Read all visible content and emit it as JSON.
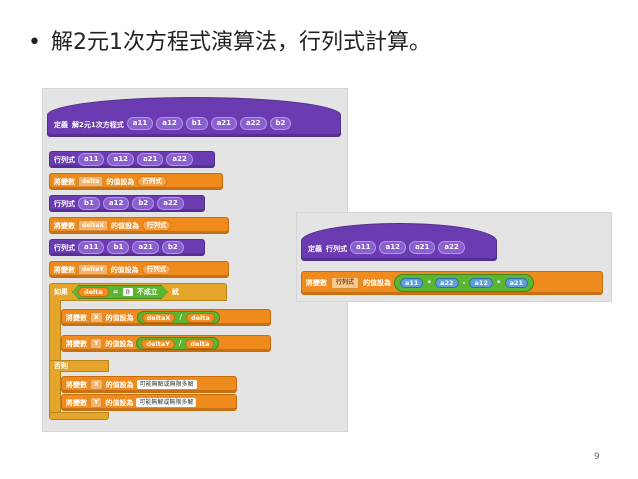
{
  "slide": {
    "bullet": "•",
    "title": "解2元1次方程式演算法，行列式計算。",
    "page_number": "9"
  },
  "left_script": {
    "hat_label": "定義",
    "hat_name": "解2元1次方程式",
    "hat_args": [
      "a11",
      "a12",
      "b1",
      "a21",
      "a22",
      "b2"
    ],
    "det1_label": "行列式",
    "det1_args": [
      "a11",
      "a12",
      "a21",
      "a22"
    ],
    "set_label": "將變數",
    "set_to_label": "的值設為",
    "set1_var": "delta",
    "set1_value": "行列式",
    "det2_args": [
      "b1",
      "a12",
      "b2",
      "a22"
    ],
    "set2_var": "deltaX",
    "det3_args": [
      "a11",
      "b1",
      "a21",
      "b2"
    ],
    "set3_var": "deltaY",
    "if_label": "如果",
    "if_var": "delta",
    "if_op": "=",
    "if_value": "0",
    "if_not": "不成立",
    "if_then": "就",
    "then1_var": "X",
    "then1_num": "deltaX",
    "then1_op": "/",
    "then1_den": "delta",
    "then2_var": "Y",
    "then2_num": "deltaY",
    "then2_op": "/",
    "then2_den": "delta",
    "else_label": "否則",
    "else1_var": "X",
    "else1_value": "可能無解或無限多解",
    "else2_var": "Y",
    "else2_value": "可能無解或無限多解"
  },
  "right_script": {
    "hat_label": "定義",
    "hat_name": "行列式",
    "hat_args": [
      "a11",
      "a12",
      "a21",
      "a22"
    ],
    "set_label": "將變數",
    "set_var": "行列式",
    "set_to_label": "的值設為",
    "expr": [
      "a11",
      "*",
      "a22",
      "-",
      "a12",
      "*",
      "a21"
    ]
  }
}
